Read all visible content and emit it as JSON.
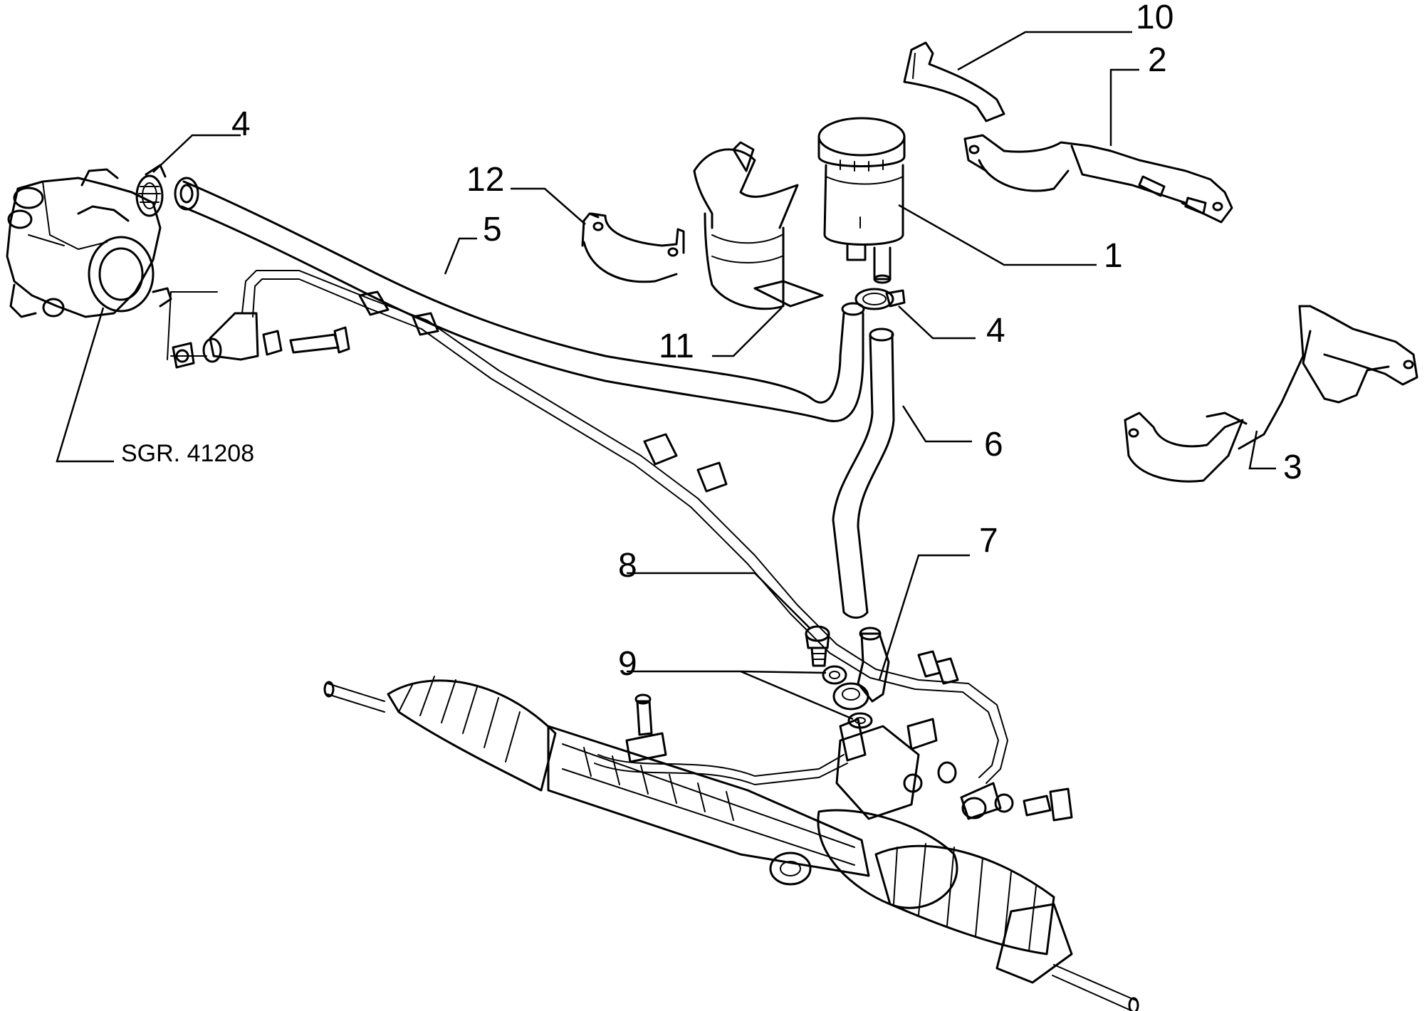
{
  "callouts": [
    {
      "id": "1",
      "label": "1"
    },
    {
      "id": "2",
      "label": "2"
    },
    {
      "id": "3",
      "label": "3"
    },
    {
      "id": "4a",
      "label": "4"
    },
    {
      "id": "4b",
      "label": "4"
    },
    {
      "id": "5",
      "label": "5"
    },
    {
      "id": "6",
      "label": "6"
    },
    {
      "id": "7",
      "label": "7"
    },
    {
      "id": "8",
      "label": "8"
    },
    {
      "id": "9",
      "label": "9"
    },
    {
      "id": "10",
      "label": "10"
    },
    {
      "id": "11",
      "label": "11"
    },
    {
      "id": "12",
      "label": "12"
    }
  ],
  "reference": {
    "label": "SGR. 41208"
  }
}
